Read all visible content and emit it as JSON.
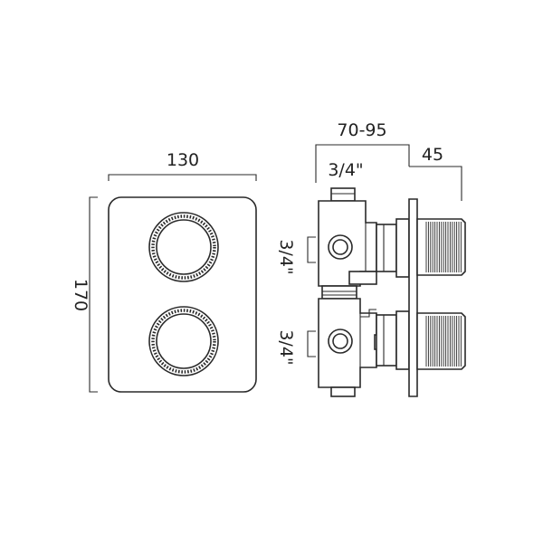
{
  "dimensions": {
    "plate_width": "130",
    "plate_height": "170",
    "body_depth": "70-95",
    "inlet_top": "3/4\"",
    "handle_projection": "45",
    "inlet_upper": "3/4\"",
    "inlet_lower": "3/4\""
  }
}
